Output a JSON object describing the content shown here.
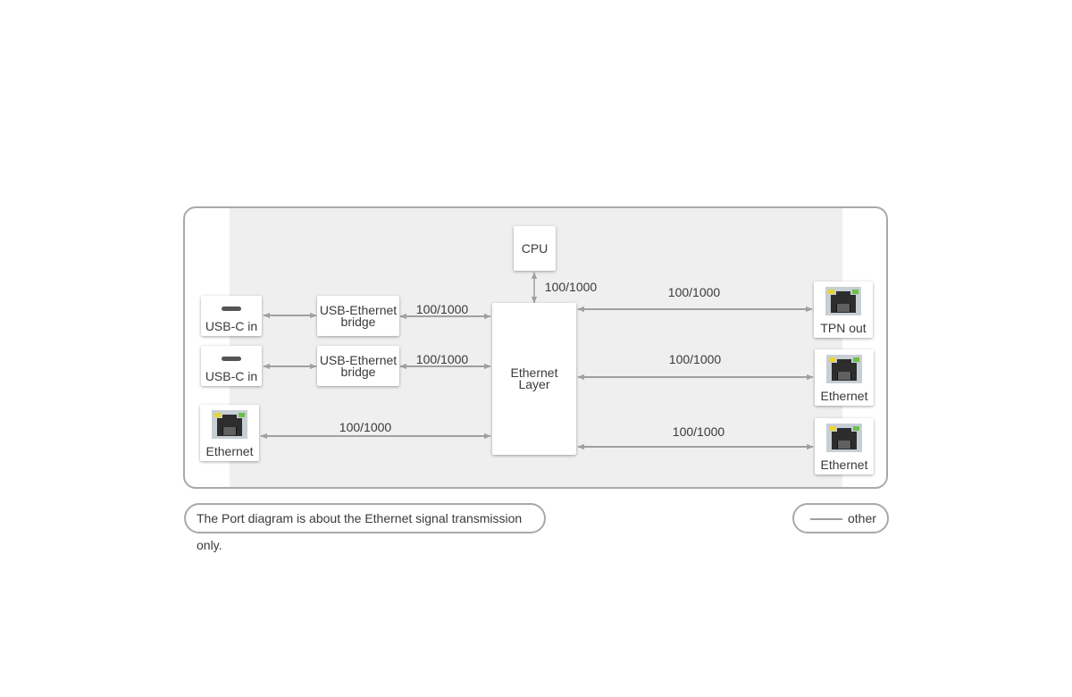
{
  "nodes": {
    "cpu": "CPU",
    "ethernet_layer_line1": "Ethernet",
    "ethernet_layer_line2": "Layer",
    "bridge1_line1": "USB-Ethernet",
    "bridge1_line2": "bridge",
    "bridge2_line1": "USB-Ethernet",
    "bridge2_line2": "bridge"
  },
  "ports": {
    "usbc_in_1": "USB-C in",
    "usbc_in_2": "USB-C in",
    "ethernet_left": "Ethernet",
    "tpn_out": "TPN out",
    "ethernet_right_1": "Ethernet",
    "ethernet_right_2": "Ethernet"
  },
  "links": {
    "cpu_to_layer": "100/1000",
    "bridge1_to_layer": "100/1000",
    "bridge2_to_layer": "100/1000",
    "ethernet_left_to_layer": "100/1000",
    "layer_to_tpn_out": "100/1000",
    "layer_to_ethernet_right_1": "100/1000",
    "layer_to_ethernet_right_2": "100/1000"
  },
  "note": "The Port diagram is about the Ethernet signal transmission only.",
  "legend": {
    "other_label": "other",
    "other_color": "#a0a0a0"
  },
  "colors": {
    "frame": "#a9a9a9",
    "inner_background": "#efefef",
    "wire": "#a0a0a0"
  },
  "icons": {
    "usbc": "usb-c-port-icon",
    "rj45": "rj45-port-icon"
  }
}
